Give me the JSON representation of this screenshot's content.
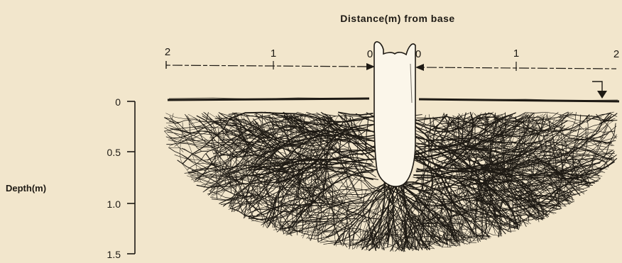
{
  "title": "Distance(m) from base",
  "distance_ticks": [
    "2",
    "1",
    "0",
    "0",
    "1",
    "2"
  ],
  "depth_label": "Depth(m)",
  "depth_ticks": [
    "0",
    "0.5",
    "1.0",
    "1.5"
  ],
  "colors": {
    "background": "#f2e6cc",
    "ink": "#1e1a14",
    "stem": "#fbf6ea"
  }
}
